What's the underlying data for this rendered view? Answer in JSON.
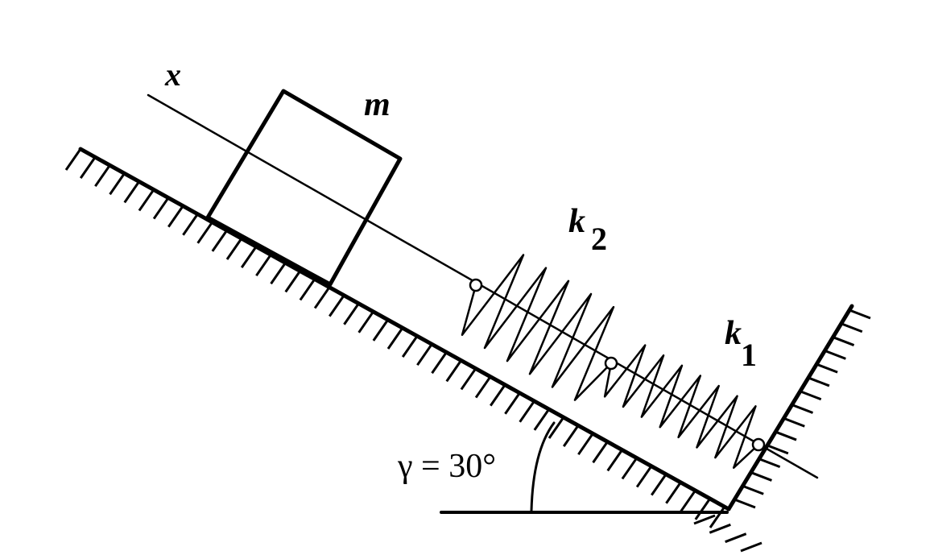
{
  "labels": {
    "axis": "x",
    "mass": "m",
    "spring2_letter": "k",
    "spring2_sub": "2",
    "spring1_letter": "k",
    "spring1_sub": "1",
    "angle": "γ = 30°"
  },
  "colors": {
    "ink": "#000000",
    "background": "#ffffff"
  }
}
